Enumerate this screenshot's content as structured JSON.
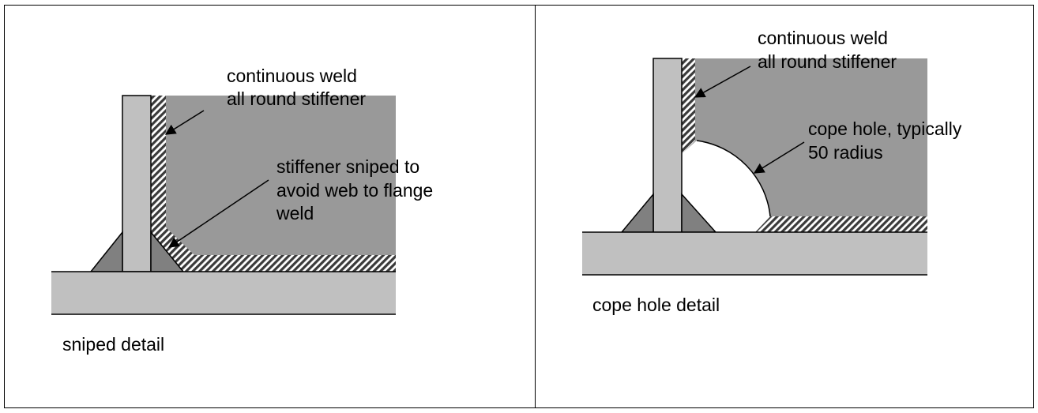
{
  "panels": [
    {
      "caption": "sniped detail",
      "weld_label": [
        "continuous weld",
        "all round stiffener"
      ],
      "snipe_label": [
        "stiffener sniped to",
        "avoid web to flange",
        "weld"
      ]
    },
    {
      "caption": "cope hole detail",
      "weld_label": [
        "continuous weld",
        "all round stiffener"
      ],
      "cope_label": [
        "cope hole, typically",
        "50 radius"
      ]
    }
  ],
  "colors": {
    "web_plate": "#999999",
    "flange": "#c0c0c0",
    "stiffener": "#c0c0c0",
    "weld": "#808080",
    "hatch_weld": "#3a3a3a"
  }
}
